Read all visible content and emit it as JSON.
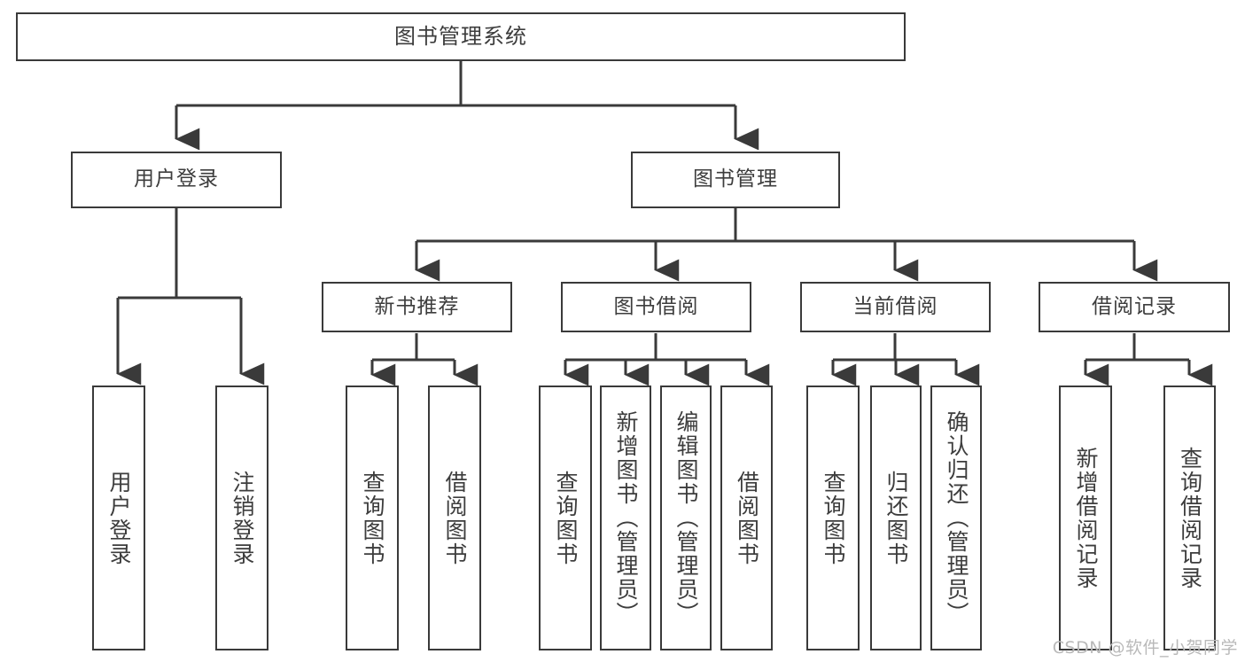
{
  "diagram": {
    "title": "图书管理系统",
    "type": "功能结构图",
    "watermark": "CSDN @软件_小贺同学",
    "colors": {
      "box_border": "#3a3a3a",
      "box_fill": "#ffffff",
      "connector": "#3a3a3a",
      "text": "#3d3d3d",
      "watermark": "#b9b9b9",
      "background": "#ffffff"
    },
    "nodes": {
      "root": {
        "label": "图书管理系统"
      },
      "level1": [
        {
          "label": "用户登录"
        },
        {
          "label": "图书管理"
        }
      ],
      "level2": [
        {
          "label": "新书推荐"
        },
        {
          "label": "图书借阅"
        },
        {
          "label": "当前借阅"
        },
        {
          "label": "借阅记录"
        }
      ],
      "leaves": {
        "user_login": [
          {
            "label": "用户登录"
          },
          {
            "label": "注销登录"
          }
        ],
        "new_book_recommend": [
          {
            "label": "查询图书"
          },
          {
            "label": "借阅图书"
          }
        ],
        "book_borrow": [
          {
            "label": "查询图书"
          },
          {
            "label": "新增图书（管理员）"
          },
          {
            "label": "编辑图书（管理员）"
          },
          {
            "label": "借阅图书"
          }
        ],
        "current_borrow": [
          {
            "label": "查询图书"
          },
          {
            "label": "归还图书"
          },
          {
            "label": "确认归还（管理员）"
          }
        ],
        "borrow_record": [
          {
            "label": "新增借阅记录"
          },
          {
            "label": "查询借阅记录"
          }
        ]
      }
    }
  }
}
